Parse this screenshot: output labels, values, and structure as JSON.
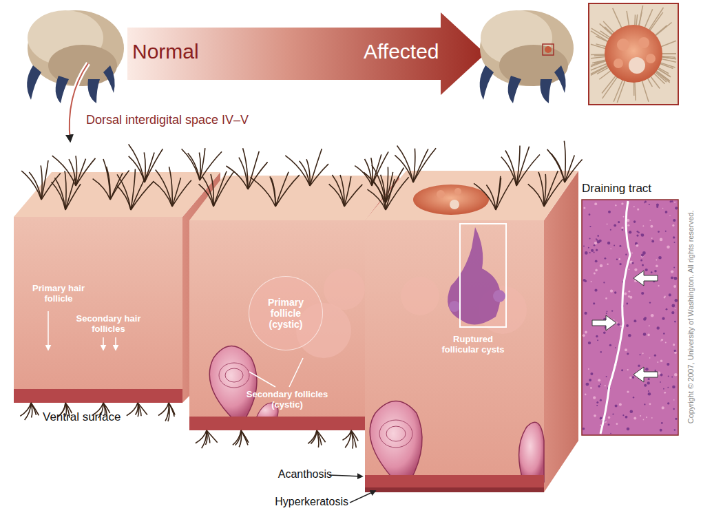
{
  "diagram": {
    "nodes": [
      {
        "text": [
          "Primary follicle (cystic)"
        ]
      },
      {
        "text": [
          "Draining tract"
        ]
      }
    ],
    "labels": [
      "Normal",
      "Affected",
      "Dorsal interdigital space IV–V",
      "Primary hair follicle",
      "Secondary hair follicles",
      "Ventral surface",
      "Secondary follicles (cystic)",
      "Ruptured follicular cysts",
      "Acanthosis",
      "Hyperkeratosis",
      "Copyright © 2007, University of Washington. All rights reserved."
    ]
  }
}
